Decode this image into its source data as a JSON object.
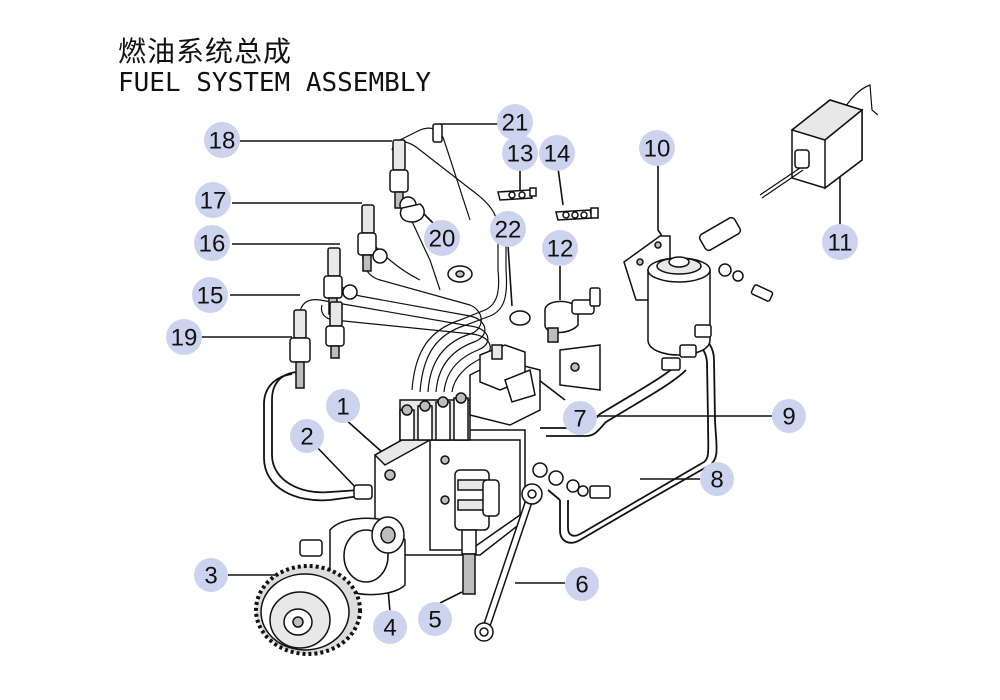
{
  "title": {
    "chinese": "燃油系统总成",
    "english": "FUEL SYSTEM ASSEMBLY"
  },
  "callouts": [
    {
      "id": "1",
      "label": "1"
    },
    {
      "id": "2",
      "label": "2"
    },
    {
      "id": "3",
      "label": "3"
    },
    {
      "id": "4",
      "label": "4"
    },
    {
      "id": "5",
      "label": "5"
    },
    {
      "id": "6",
      "label": "6"
    },
    {
      "id": "7",
      "label": "7"
    },
    {
      "id": "8",
      "label": "8"
    },
    {
      "id": "9",
      "label": "9"
    },
    {
      "id": "10",
      "label": "10"
    },
    {
      "id": "11",
      "label": "11"
    },
    {
      "id": "12",
      "label": "12"
    },
    {
      "id": "13",
      "label": "13"
    },
    {
      "id": "14",
      "label": "14"
    },
    {
      "id": "15",
      "label": "15"
    },
    {
      "id": "16",
      "label": "16"
    },
    {
      "id": "17",
      "label": "17"
    },
    {
      "id": "18",
      "label": "18"
    },
    {
      "id": "19",
      "label": "19"
    },
    {
      "id": "20",
      "label": "20"
    },
    {
      "id": "21",
      "label": "21"
    },
    {
      "id": "22",
      "label": "22"
    }
  ],
  "colors": {
    "badge": "#ccd3ee",
    "ink": "#111111"
  }
}
